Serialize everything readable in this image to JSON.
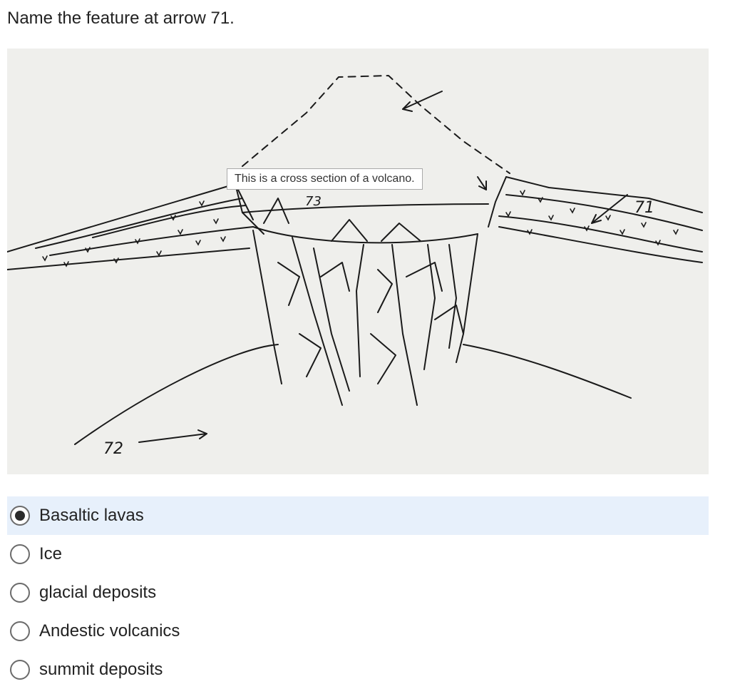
{
  "question": {
    "text": "Name the feature at arrow 71."
  },
  "figure": {
    "tooltip": "This is a cross section of a volcano.",
    "labels": {
      "arrow_71": "71",
      "arrow_72": "72",
      "arrow_73": "73"
    }
  },
  "options": [
    {
      "label": "Basaltic lavas",
      "selected": true
    },
    {
      "label": "Ice",
      "selected": false
    },
    {
      "label": "glacial deposits",
      "selected": false
    },
    {
      "label": "Andestic volcanics",
      "selected": false
    },
    {
      "label": "summit deposits",
      "selected": false
    }
  ],
  "colors": {
    "selected_background": "#e7f0fb",
    "paper": "#efefec",
    "ink": "#1a1a1a"
  }
}
